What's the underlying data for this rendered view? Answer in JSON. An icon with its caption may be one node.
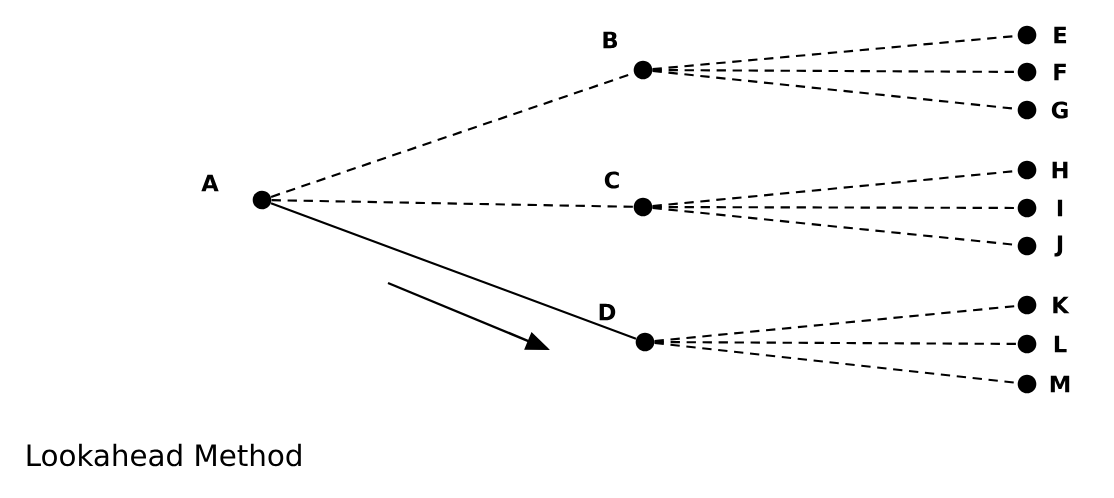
{
  "diagram": {
    "nodes": [
      {
        "text": [
          "A"
        ]
      },
      {
        "text": [
          "B"
        ]
      },
      {
        "text": [
          "C"
        ]
      },
      {
        "text": [
          "D"
        ]
      },
      {
        "text": [
          "E"
        ]
      },
      {
        "text": [
          "F"
        ]
      },
      {
        "text": [
          "G"
        ]
      },
      {
        "text": [
          "H"
        ]
      },
      {
        "text": [
          "I"
        ]
      },
      {
        "text": [
          "J"
        ]
      },
      {
        "text": [
          "K"
        ]
      },
      {
        "text": [
          "L"
        ]
      },
      {
        "text": [
          "M"
        ]
      }
    ],
    "edges": [
      {
        "from": 0,
        "to": 1,
        "arrow": "none",
        "style": "dashed"
      },
      {
        "from": 0,
        "to": 2,
        "arrow": "none",
        "style": "dashed"
      },
      {
        "from": 0,
        "to": 3,
        "arrow": "none"
      },
      {
        "from": 1,
        "to": 4,
        "arrow": "none",
        "style": "dashed"
      },
      {
        "from": 1,
        "to": 5,
        "arrow": "none",
        "style": "dashed"
      },
      {
        "from": 1,
        "to": 6,
        "arrow": "none",
        "style": "dashed"
      },
      {
        "from": 2,
        "to": 7,
        "arrow": "none",
        "style": "dashed"
      },
      {
        "from": 2,
        "to": 8,
        "arrow": "none",
        "style": "dashed"
      },
      {
        "from": 2,
        "to": 9,
        "arrow": "none",
        "style": "dashed"
      },
      {
        "from": 3,
        "to": 10,
        "arrow": "none",
        "style": "dashed"
      },
      {
        "from": 3,
        "to": 11,
        "arrow": "none",
        "style": "dashed"
      },
      {
        "from": 3,
        "to": 12,
        "arrow": "none",
        "style": "dashed"
      }
    ],
    "labels": [
      "Lookahead Method"
    ]
  }
}
